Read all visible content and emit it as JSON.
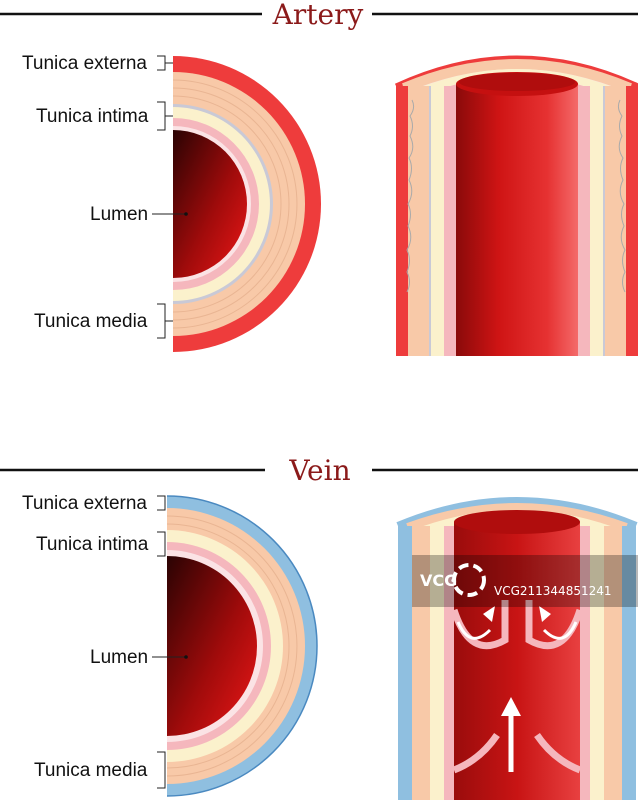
{
  "sections": [
    {
      "title": "Artery",
      "labels": [
        "Tunica externa",
        "Tunica intima",
        "Lumen",
        "Tunica media"
      ]
    },
    {
      "title": "Vein",
      "labels": [
        "Tunica externa",
        "Tunica intima",
        "Lumen",
        "Tunica media"
      ]
    }
  ],
  "watermark": {
    "logo": "VCG",
    "id": "VCG211344851241"
  },
  "colors": {
    "artery_externa": "#ee3c3c",
    "vein_externa": "#8fbfe0",
    "media": "#f8c9a8",
    "intima_cream": "#fbf1cc",
    "intima_pink": "#f5b7bd",
    "lumen_dark": "#3a0606",
    "lumen_red": "#e11414"
  }
}
